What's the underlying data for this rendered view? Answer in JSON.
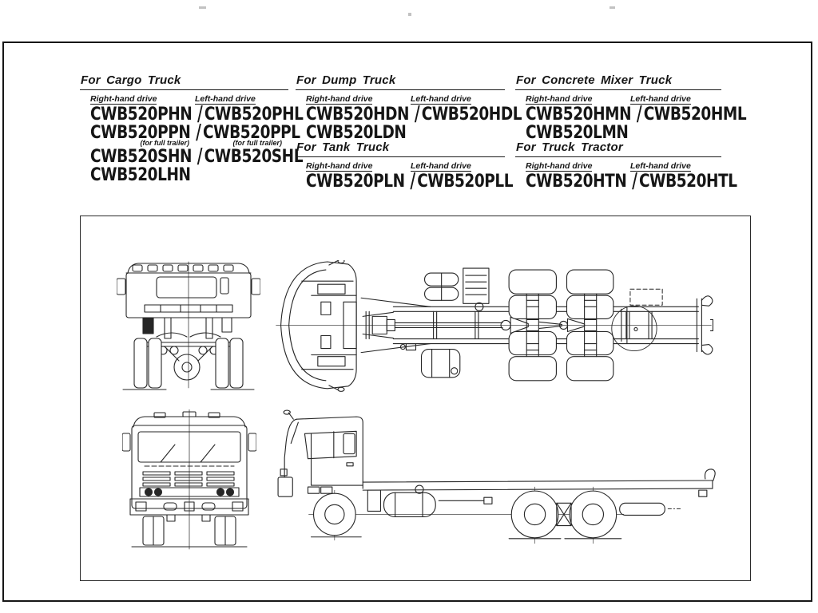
{
  "document": {
    "separator": "/",
    "columns": [
      {
        "sections": [
          {
            "title": "For Cargo Truck",
            "rhd_label": "Right-hand drive",
            "lhd_label": "Left-hand drive",
            "rows": [
              {
                "rhd": "CWB520PHN",
                "lhd": "CWB520PHL"
              },
              {
                "rhd": "CWB520PPN",
                "lhd": "CWB520PPL",
                "rhd_note": "(for full trailer)",
                "lhd_note": "(for full trailer)"
              },
              {
                "rhd": "CWB520SHN",
                "lhd": "CWB520SHL"
              },
              {
                "rhd": "CWB520LHN"
              }
            ]
          }
        ]
      },
      {
        "sections": [
          {
            "title": "For Dump Truck",
            "rhd_label": "Right-hand drive",
            "lhd_label": "Left-hand drive",
            "rows": [
              {
                "rhd": "CWB520HDN",
                "lhd": "CWB520HDL"
              },
              {
                "rhd": "CWB520LDN"
              }
            ]
          },
          {
            "title": "For Tank Truck",
            "rhd_label": "Right-hand drive",
            "lhd_label": "Left-hand drive",
            "rows": [
              {
                "rhd": "CWB520PLN",
                "lhd": "CWB520PLL"
              }
            ]
          }
        ]
      },
      {
        "sections": [
          {
            "title": "For Concrete Mixer Truck",
            "rhd_label": "Right-hand drive",
            "lhd_label": "Left-hand drive",
            "rows": [
              {
                "rhd": "CWB520HMN",
                "lhd": "CWB520HML"
              },
              {
                "rhd": "CWB520LMN"
              }
            ]
          },
          {
            "title": "For Truck Tractor",
            "rhd_label": "Right-hand drive",
            "lhd_label": "Left-hand drive",
            "rows": [
              {
                "rhd": "CWB520HTN",
                "lhd": "CWB520HTL"
              }
            ]
          }
        ]
      }
    ]
  }
}
